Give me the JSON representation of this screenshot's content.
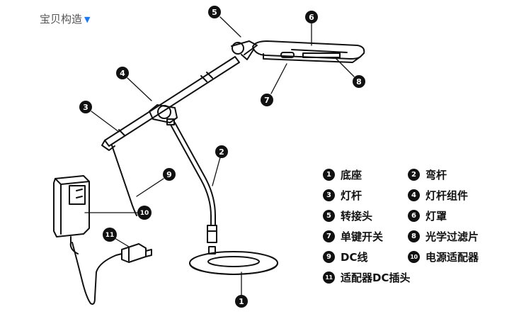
{
  "header": {
    "title": "宝贝构造",
    "dropdown_icon": "triangle-down-icon",
    "accent_color": "#1677ff"
  },
  "callouts": [
    {
      "num": "1"
    },
    {
      "num": "2"
    },
    {
      "num": "3"
    },
    {
      "num": "4"
    },
    {
      "num": "5"
    },
    {
      "num": "6"
    },
    {
      "num": "7"
    },
    {
      "num": "8"
    },
    {
      "num": "9"
    },
    {
      "num": "10"
    },
    {
      "num": "11"
    }
  ],
  "legend": [
    {
      "num": "1",
      "label": "底座"
    },
    {
      "num": "2",
      "label": "弯杆"
    },
    {
      "num": "3",
      "label": "灯杆"
    },
    {
      "num": "4",
      "label": "灯杆组件"
    },
    {
      "num": "5",
      "label": "转接头"
    },
    {
      "num": "6",
      "label": "灯罩"
    },
    {
      "num": "7",
      "label": "单键开关"
    },
    {
      "num": "8",
      "label": "光学过滤片"
    },
    {
      "num": "9",
      "label": "DC线"
    },
    {
      "num": "10",
      "label": "电源适配器"
    },
    {
      "num": "11",
      "label": "适配器DC插头"
    }
  ]
}
